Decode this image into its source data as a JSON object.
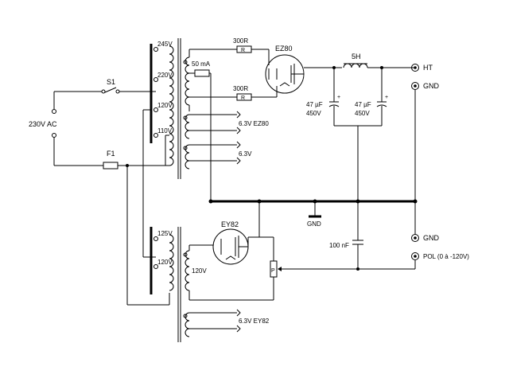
{
  "labels": {
    "mains": "230V AC",
    "switch": "S1",
    "fuse": "F1",
    "tap_245": "245V",
    "tap_220": "220V",
    "tap_120": "120V",
    "tap_110": "110V",
    "current": "50 mA",
    "r_top": "300R",
    "r_bottom": "300R",
    "rect_tube": "EZ80",
    "choke": "5H",
    "cap1_value": "47 µF",
    "cap1_voltage": "450V",
    "cap2_value": "47 µF",
    "cap2_voltage": "450V",
    "heater1": "6.3V EZ80",
    "heater2": "6.3V",
    "ground": "GND",
    "term_ht": "HT",
    "term_gnd1": "GND",
    "term_gnd2": "GND",
    "term_pol": "POL  (0 à -120V)",
    "t2_tap_125": "125V",
    "t2_tap_120": "120V",
    "t2_sec": "120V",
    "bias_tube": "EY82",
    "pot": "P",
    "cap3": "100 nF",
    "heater3": "6.3V  EY82",
    "r_marker_top": "R",
    "r_marker_bottom": "R"
  }
}
